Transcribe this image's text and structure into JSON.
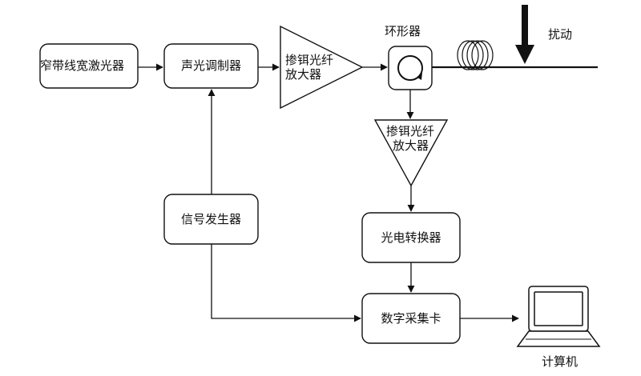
{
  "blocks": {
    "laser": "窄带线宽激光器",
    "aom": "声光调制器",
    "edfa1_line1": "掺铒光纤",
    "edfa1_line2": "放大器",
    "circulator": "环形器",
    "disturbance": "扰动",
    "edfa2_line1": "掺铒光纤",
    "edfa2_line2": "放大器",
    "signal_gen": "信号发生器",
    "photodetector": "光电转换器",
    "daq": "数字采集卡",
    "computer": "计算机"
  }
}
